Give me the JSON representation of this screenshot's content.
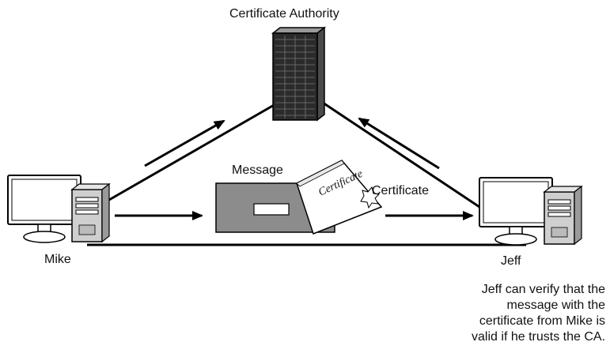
{
  "labels": {
    "ca": "Certificate Authority",
    "mike": "Mike",
    "jeff": "Jeff",
    "message": "Message",
    "certificate": "Certificate",
    "cert_seal_text": "Certificate"
  },
  "note": {
    "lines": [
      "Jeff can verify that the",
      "message with the",
      "certificate from Mike is",
      "valid if he trusts the CA."
    ]
  },
  "icons": [
    "server-rack-icon",
    "desktop-computer-icon",
    "envelope-icon",
    "certificate-icon"
  ]
}
